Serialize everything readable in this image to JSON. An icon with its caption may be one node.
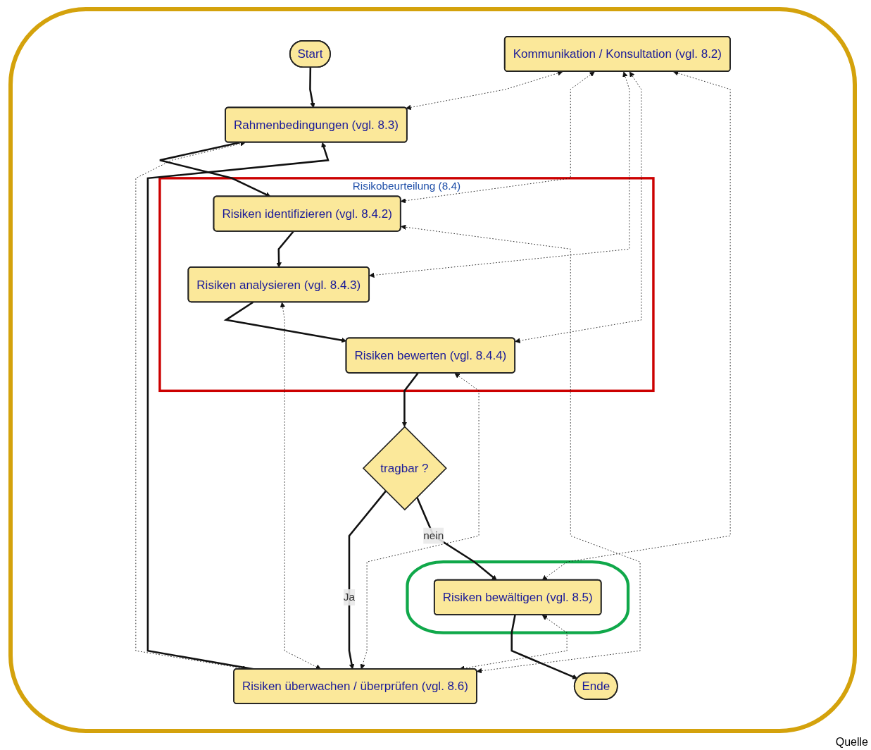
{
  "diagram": {
    "nodes": [
      {
        "text": [
          "Start"
        ]
      },
      {
        "text": [
          "Kommunikation / Konsultation (vgl. 8.2)"
        ]
      },
      {
        "text": [
          "Rahmenbedingungen (vgl. 8.3)"
        ]
      },
      {
        "text": [
          "Risiken überwachen / überprüfen (vgl. 8.6)"
        ]
      },
      {
        "text": [
          "Risikobeurteilung (8.4)"
        ]
      },
      {
        "text": [
          "Risiken identifizieren (vgl. 8.4.2)"
        ],
        "in": 4
      },
      {
        "text": [
          "Risiken analysieren (vgl. 8.4.3)"
        ],
        "in": 4
      },
      {
        "text": [
          "Risiken bewerten (vgl. 8.4.4)"
        ],
        "in": 4
      },
      {
        "text": [
          "tragbar ?"
        ]
      },
      {
        "text": [],
        "shape": "ellipse"
      },
      {
        "text": [
          "Risiken bewältigen (vgl. 8.5)"
        ],
        "in": 9
      },
      {
        "text": [
          "Ende"
        ]
      }
    ],
    "edges": [
      {
        "from": 0,
        "to": 2,
        "arrow": "to"
      },
      {
        "from": 3,
        "to": 2,
        "arrow": "to"
      },
      {
        "from": 2,
        "to": 5,
        "arrow": "to"
      },
      {
        "from": 5,
        "to": 6,
        "arrow": "to"
      },
      {
        "from": 6,
        "to": 7,
        "arrow": "to"
      },
      {
        "from": 7,
        "to": 8,
        "arrow": "to"
      },
      {
        "from": 8,
        "to": 3,
        "arrow": "to",
        "label": "Ja"
      },
      {
        "from": 8,
        "to": 10,
        "arrow": "to",
        "label": "nein"
      },
      {
        "from": 10,
        "to": 11,
        "arrow": "to"
      },
      {
        "from": 1,
        "to": 2,
        "arrow": "both",
        "style": "dashed"
      },
      {
        "from": 2,
        "to": 3,
        "arrow": "both",
        "style": "dashed"
      },
      {
        "from": 1,
        "to": 5,
        "arrow": "both",
        "style": "dashed"
      },
      {
        "from": 5,
        "to": 3,
        "arrow": "both",
        "style": "dashed"
      },
      {
        "from": 1,
        "to": 6,
        "arrow": "both",
        "style": "dashed"
      },
      {
        "from": 6,
        "to": 3,
        "arrow": "both",
        "style": "dashed"
      },
      {
        "from": 1,
        "to": 7,
        "arrow": "both",
        "style": "dashed"
      },
      {
        "from": 7,
        "to": 3,
        "arrow": "both",
        "style": "dashed"
      },
      {
        "from": 1,
        "to": 10,
        "arrow": "both",
        "style": "dashed"
      },
      {
        "from": 10,
        "to": 3,
        "arrow": "both",
        "style": "dashed"
      }
    ],
    "labels": [
      "Quelle"
    ]
  }
}
